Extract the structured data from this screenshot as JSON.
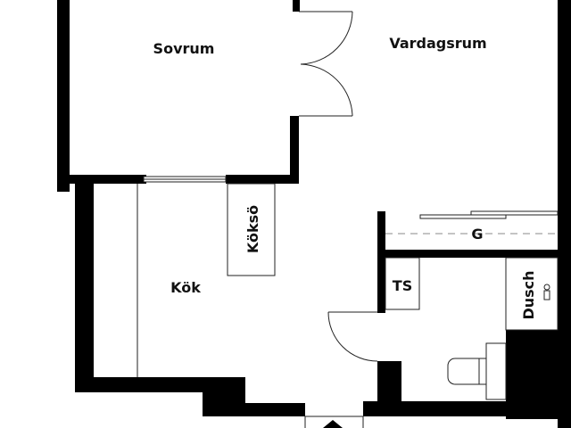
{
  "floorplan": {
    "wall_color": "#000000",
    "background_color": "#ffffff",
    "rooms": {
      "bedroom": "Sovrum",
      "living_room": "Vardagsrum",
      "kitchen": "Kök",
      "kitchen_island": "Köksö",
      "wardrobe": "G",
      "washer_dryer": "TS",
      "shower": "Dusch"
    }
  }
}
